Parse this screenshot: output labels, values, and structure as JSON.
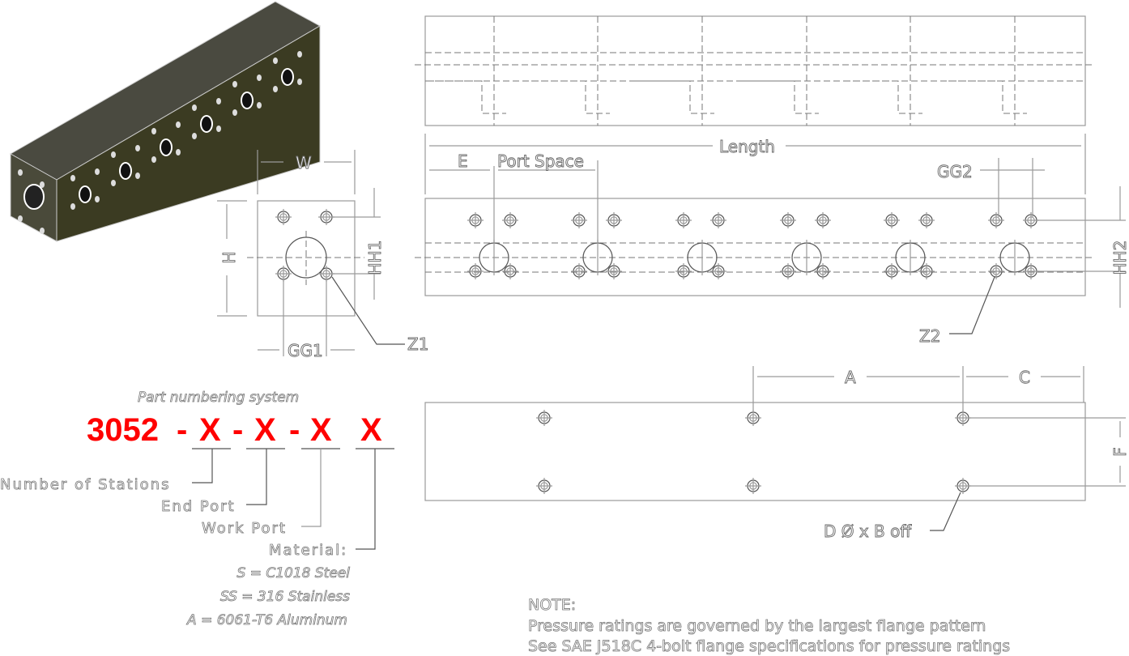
{
  "title_part": "Part numbering system",
  "part_number": {
    "base": "3052",
    "sep": "-",
    "x": "X"
  },
  "fields": {
    "stations": "Number of Stations",
    "end_port": "End Port",
    "work_port": "Work Port",
    "material": "Material:"
  },
  "materials": [
    "S = C1018 Steel",
    "SS = 316 Stainless",
    "A = 6061-T6 Aluminum"
  ],
  "dims": {
    "w": "W",
    "h": "H",
    "hh1": "HH1",
    "gg1": "GG1",
    "z1": "Z1",
    "length": "Length",
    "e": "E",
    "port_space": "Port Space",
    "gg2": "GG2",
    "hh2": "HH2",
    "z2": "Z2",
    "a": "A",
    "c": "C",
    "f": "F",
    "bolt": "D Ø x B off"
  },
  "note": {
    "heading": "NOTE:",
    "lines": [
      "Pressure ratings are governed by the largest flange pattern",
      "See SAE J518C 4-bolt flange specifications for pressure ratings"
    ]
  },
  "colors": {
    "accent": "#ff0000",
    "block": "#3b3b22"
  }
}
